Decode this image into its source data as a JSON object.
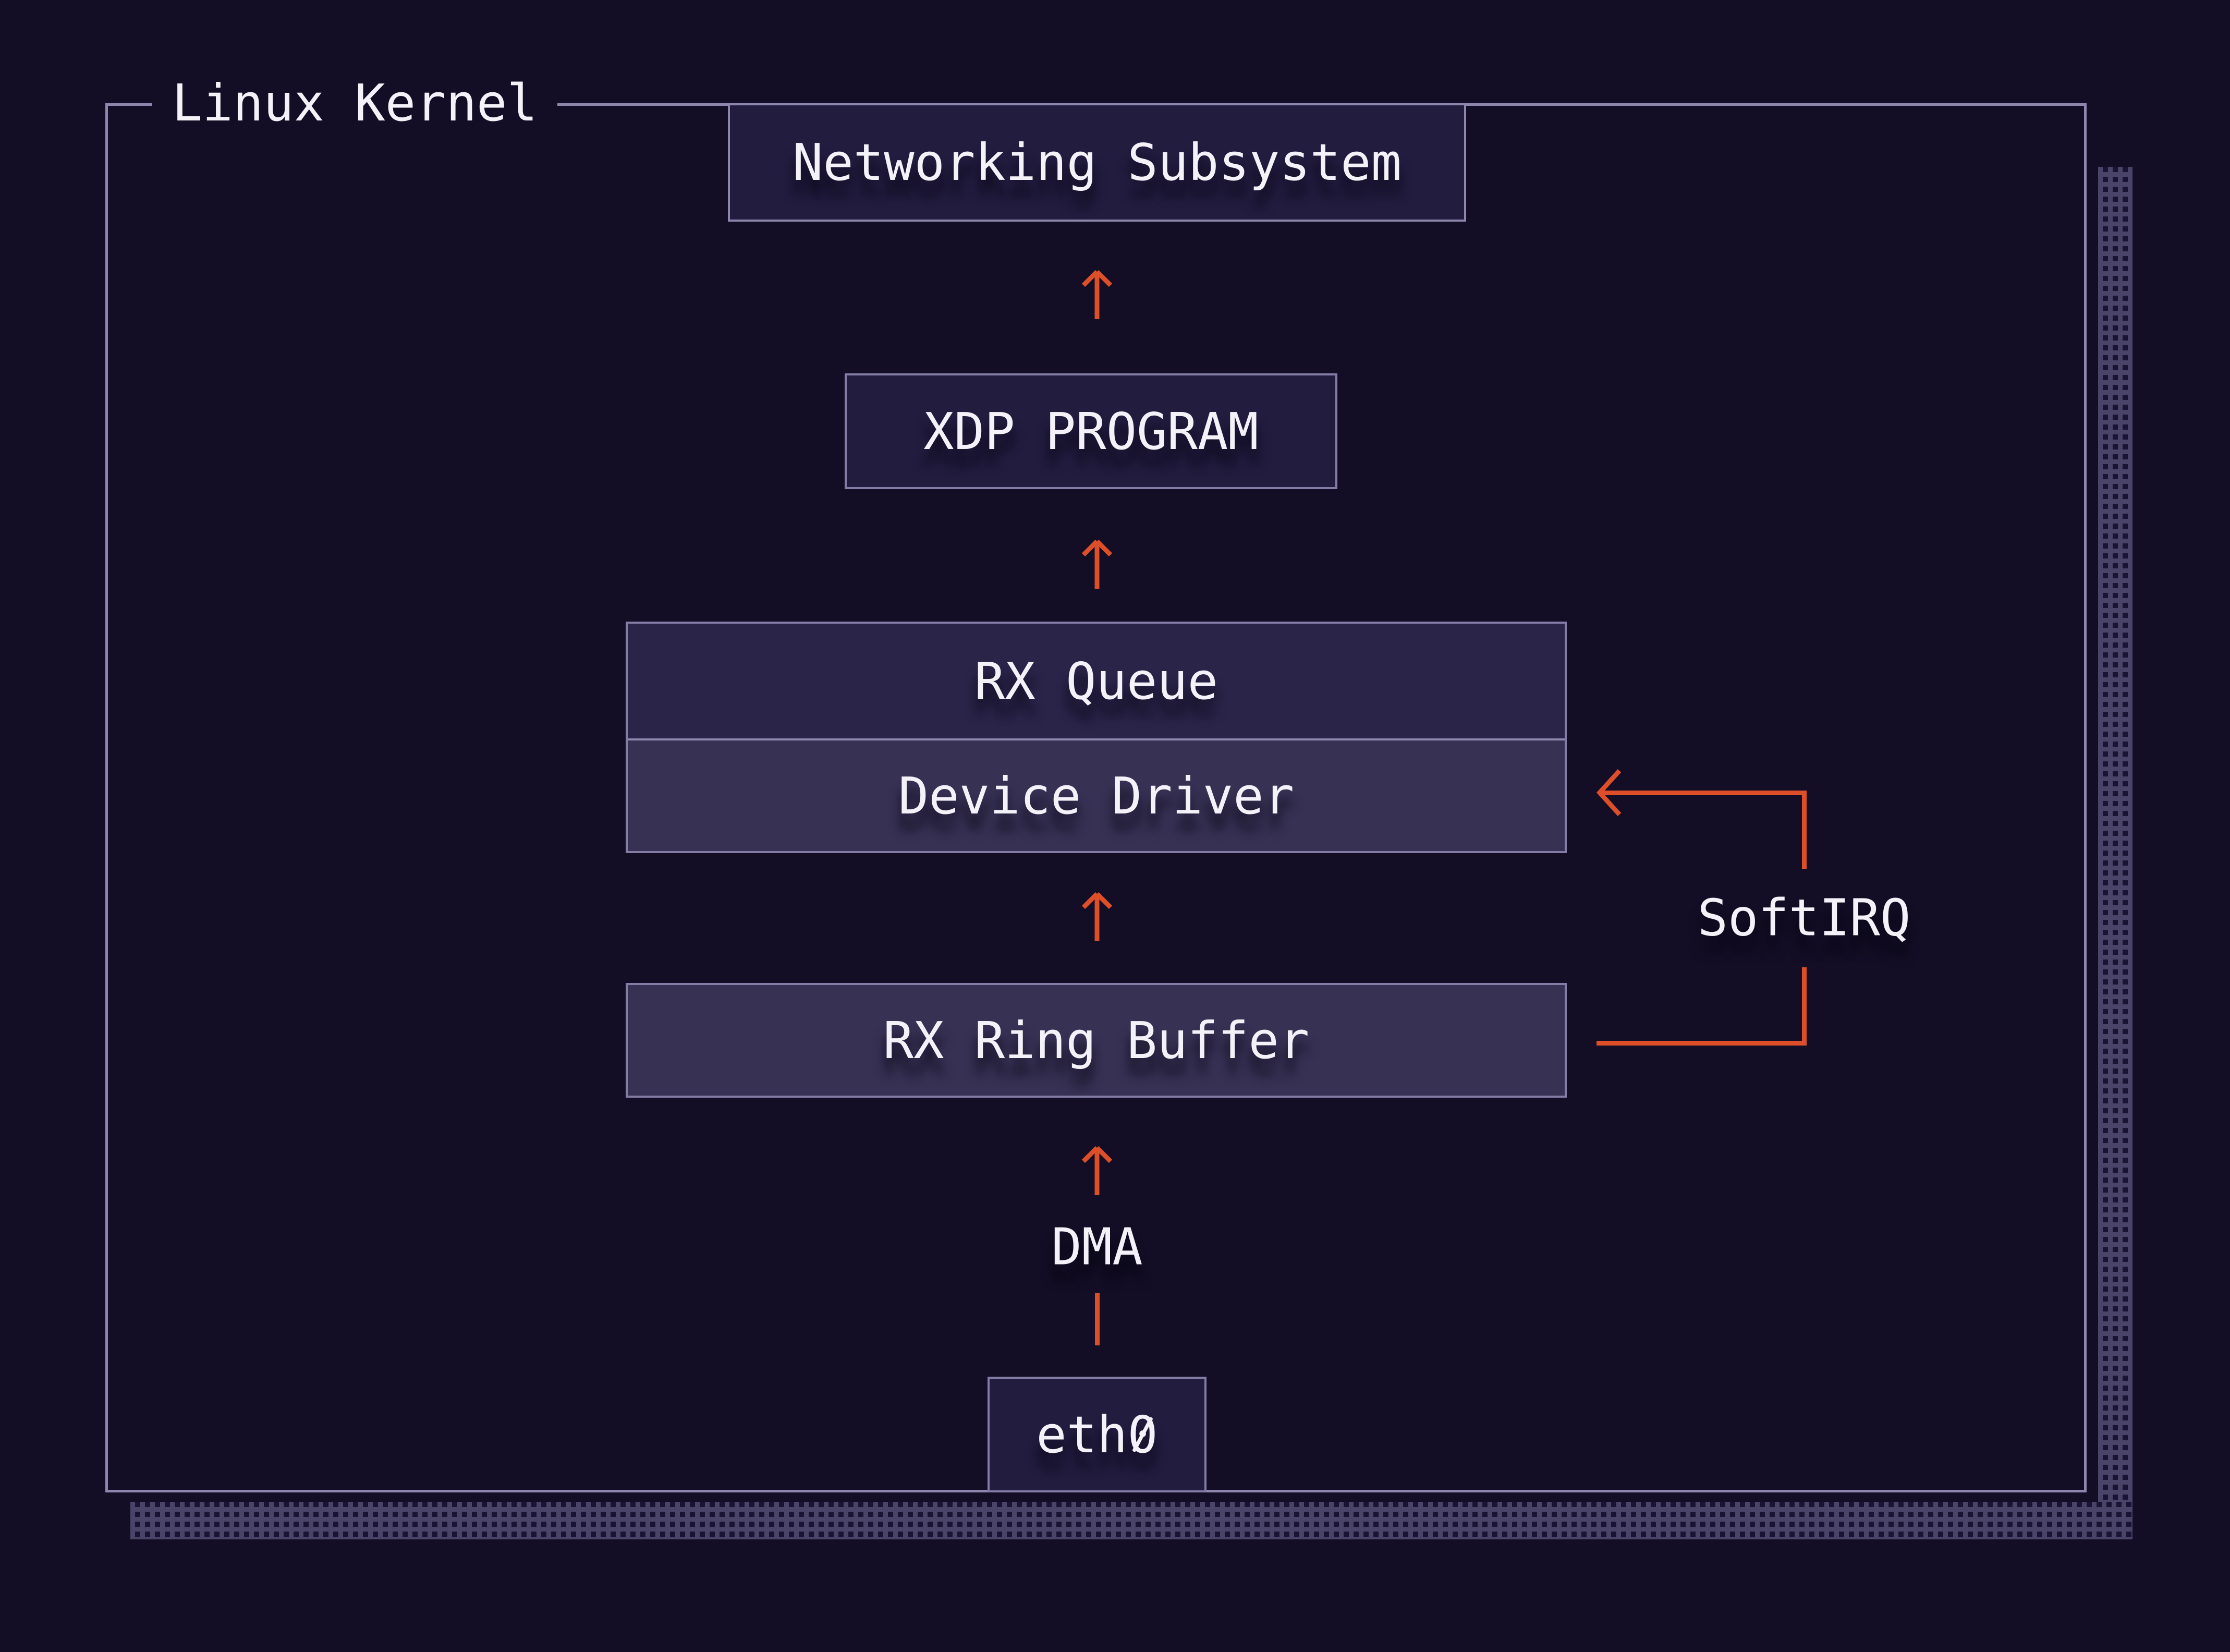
{
  "title": "Linux Kernel",
  "colors": {
    "bg": "#130e25",
    "panel-light": "#221c3f",
    "panel-rxq": "#2a2449",
    "panel-mid": "#373154",
    "border": "#837da6",
    "border-bright": "#8d87ae",
    "accent": "#dc4f28",
    "text": "#f4f2f8",
    "shadow-band": "#4a4468",
    "shadow-dot": "#1a1434"
  },
  "nodes": {
    "networking": {
      "label": "Networking Subsystem"
    },
    "xdp": {
      "label": "XDP PROGRAM"
    },
    "rx_queue": {
      "label": "RX Queue"
    },
    "device_driver": {
      "label": "Device Driver"
    },
    "rx_ring_buffer": {
      "label": "RX Ring Buffer"
    },
    "eth0": {
      "label": "eth0"
    }
  },
  "annotations": {
    "softirq": {
      "label": "SoftIRQ"
    },
    "dma": {
      "label": "DMA"
    }
  },
  "flow": [
    "eth0 -> DMA -> RX Ring Buffer",
    "RX Ring Buffer -> Device Driver (SoftIRQ)",
    "RX Ring Buffer -> XDP PROGRAM -> Networking Subsystem"
  ]
}
